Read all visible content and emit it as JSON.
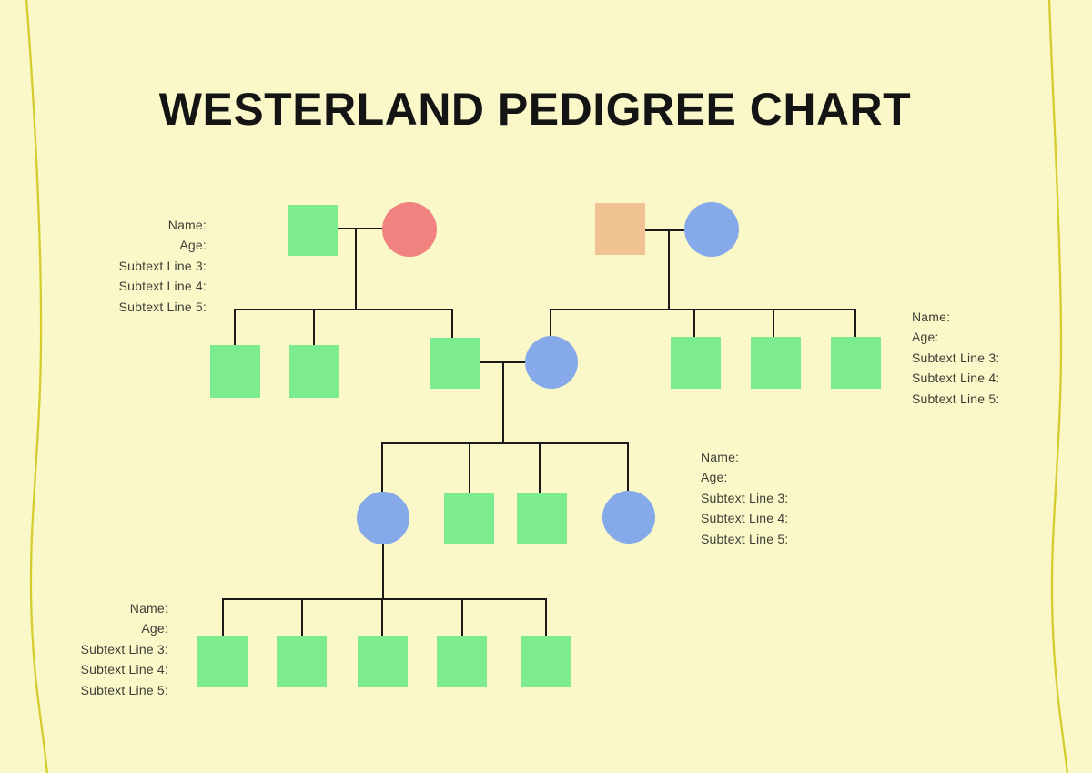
{
  "page": {
    "title": "WESTERLAND PEDIGREE CHART",
    "background_color": "#FAF8C9",
    "title_color": "#141414",
    "text_color": "#3E3E36"
  },
  "colors": {
    "male_green": "#7DEC8F",
    "female_red": "#F0827F",
    "male_orange": "#F2C392",
    "female_blue": "#85A9E9",
    "line": "#1A1A1A",
    "curve": "#D5CD2F"
  },
  "label_blocks": [
    {
      "id": "generation-1-left",
      "align": "right",
      "lines": [
        "Name:",
        "Age:",
        "Subtext Line 3:",
        "Subtext Line 4:",
        "Subtext Line 5:"
      ]
    },
    {
      "id": "generation-2-right",
      "align": "left",
      "lines": [
        "Name:",
        "Age:",
        "Subtext Line 3:",
        "Subtext Line 4:",
        "Subtext Line 5:"
      ]
    },
    {
      "id": "generation-3-right",
      "align": "left",
      "lines": [
        "Name:",
        "Age:",
        "Subtext Line 3:",
        "Subtext Line 4:",
        "Subtext Line 5:"
      ]
    },
    {
      "id": "generation-4-left",
      "align": "right",
      "lines": [
        "Name:",
        "Age:",
        "Subtext Line 3:",
        "Subtext Line 4:",
        "Subtext Line 5:"
      ]
    }
  ],
  "pedigree": {
    "generation_1": {
      "left_couple": {
        "partner_1": "green-square",
        "partner_2": "red-circle"
      },
      "right_couple": {
        "partner_1": "orange-square",
        "partner_2": "blue-circle"
      }
    },
    "generation_2": {
      "left_family_children": [
        "green-square",
        "green-square",
        "green-square"
      ],
      "right_family_children": [
        "blue-circle",
        "green-square",
        "green-square",
        "green-square"
      ],
      "couple": "third left child (green square) married to first right child (blue circle)"
    },
    "generation_3": {
      "children": [
        "blue-circle",
        "green-square",
        "green-square",
        "blue-circle"
      ]
    },
    "generation_4": {
      "parent": "first blue circle of generation 3",
      "children": [
        "green-square",
        "green-square",
        "green-square",
        "green-square",
        "green-square"
      ]
    }
  }
}
